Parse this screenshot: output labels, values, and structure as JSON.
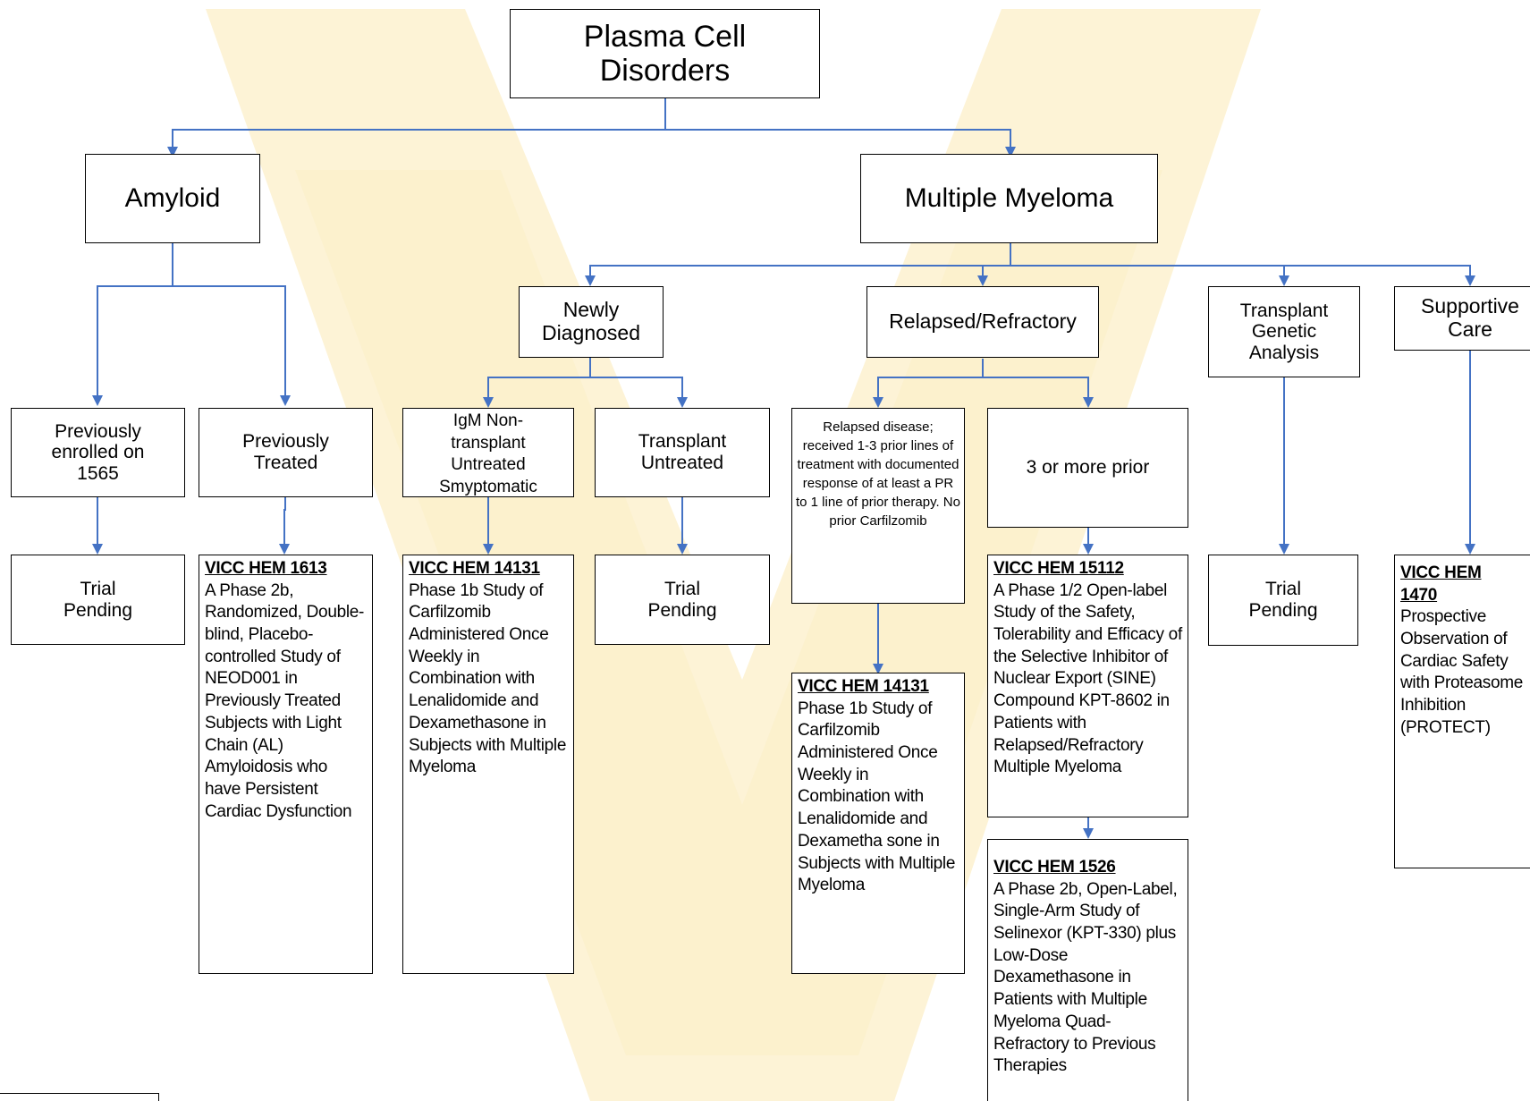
{
  "diagram": {
    "root": "Plasma Cell Disorders",
    "categories": {
      "amyloid": "Amyloid",
      "myeloma": "Multiple Myeloma"
    },
    "amyloid_groups": {
      "prev_enrolled": "Previously enrolled on 1565",
      "prev_treated": "Previously Treated"
    },
    "myeloma_groups": {
      "newly_diagnosed": "Newly Diagnosed",
      "relapsed": "Relapsed/Refractory",
      "transplant_genetic": "Transplant Genetic Analysis",
      "supportive_care": "Supportive Care"
    },
    "subgroups": {
      "igm": "IgM Non-transplant Untreated Smyptomatic",
      "transplant_untreated": "Transplant Untreated",
      "relapsed_1_3": "Relapsed disease; received 1-3 prior lines of treatment with documented response of at least a PR to 1 line of prior therapy. No prior Carfilzomib",
      "three_or_more": "3 or more prior"
    },
    "trials": {
      "pending_amyloid": "Trial Pending",
      "hem1613": {
        "id": "VICC HEM 1613",
        "desc": "A Phase 2b, Randomized, Double-blind, Placebo-controlled Study of NEOD001 in Previously Treated Subjects with Light Chain (AL) Amyloidosis who have Persistent Cardiac Dysfunction"
      },
      "hem14131_a": {
        "id": "VICC HEM 14131",
        "desc": "Phase 1b Study of Carfilzomib Administered Once Weekly in Combination with Lenalidomide and Dexamethasone in Subjects with Multiple Myeloma"
      },
      "pending_transplant": "Trial Pending",
      "hem14131_b": {
        "id": "VICC HEM 14131",
        "desc": "Phase 1b Study of Carfilzomib Administered Once Weekly in Combination with Lenalidomide and Dexametha sone in Subjects with Multiple Myeloma"
      },
      "hem15112": {
        "id": "VICC HEM 15112",
        "desc": "A Phase 1/2 Open-label Study of the Safety, Tolerability and Efficacy of the Selective Inhibitor of Nuclear Export (SINE) Compound KPT-8602 in Patients with Relapsed/Refractory Multiple Myeloma"
      },
      "hem1526": {
        "id": "VICC HEM 1526",
        "desc": "A Phase 2b, Open-Label, Single-Arm Study of Selinexor (KPT-330) plus Low-Dose Dexamethasone in Patients with Multiple Myeloma Quad-Refractory to Previous Therapies"
      },
      "pending_genetic": "Trial Pending",
      "hem1470": {
        "id": "VICC HEM 1470",
        "desc": "Prospective Observation of Cardiac Safety with Proteasome Inhibition (PROTECT)"
      }
    }
  },
  "colors": {
    "connector": "#4472c4",
    "border": "#000000",
    "watermark": "#fdf3d6"
  }
}
